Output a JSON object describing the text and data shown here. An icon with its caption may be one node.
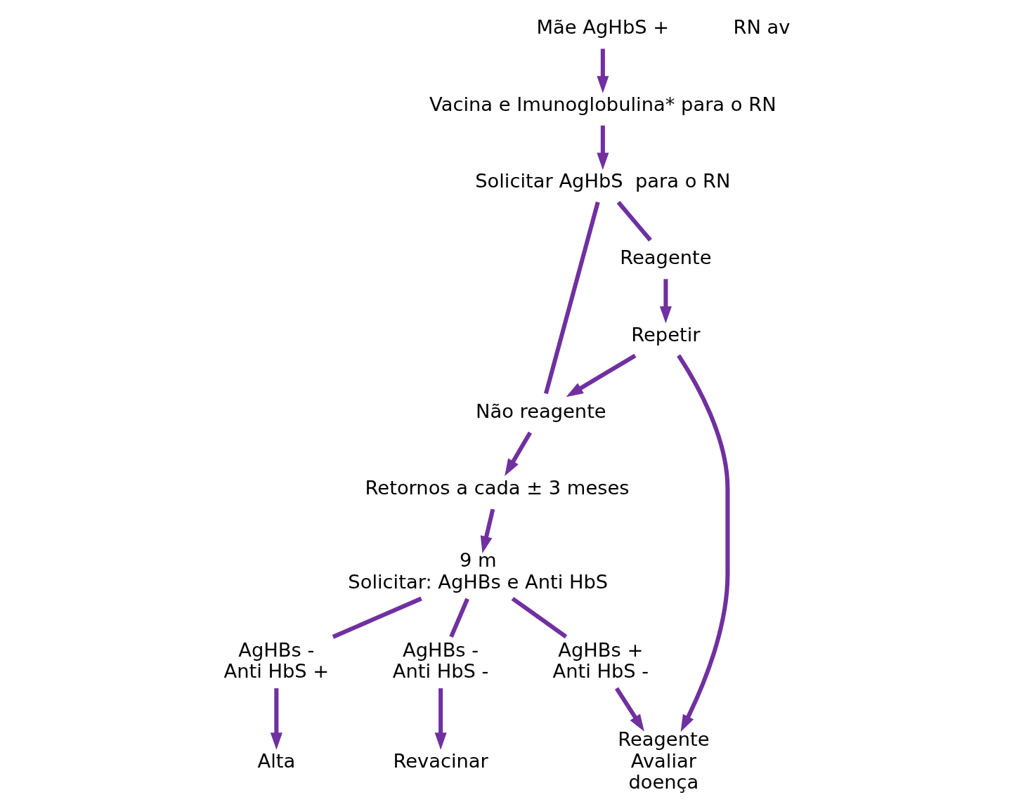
{
  "diagram": {
    "nodes": [
      {
        "text": [
          "Mãe AgHbS +"
        ]
      },
      {
        "text": [
          "Vacina e Imunoglobulina* para o RN"
        ]
      },
      {
        "text": [
          "Solicitar AgHbS  para o RN"
        ]
      },
      {
        "text": [
          "Não reagente"
        ]
      },
      {
        "text": [
          "Reagente"
        ]
      },
      {
        "text": [
          "Retornos a cada ± 3 meses"
        ]
      },
      {
        "text": [
          "Repetir"
        ]
      },
      {
        "text": [
          "Reagente Avaliar doença"
        ]
      },
      {
        "text": [
          "9 m Solicitar: AgHBs e Anti HbS"
        ]
      },
      {
        "text": [
          "AgHBs - Anti HbS +"
        ]
      },
      {
        "text": [
          "AgHBs - Anti HbS -"
        ]
      },
      {
        "text": [
          "AgHBs + Anti HbS -"
        ]
      },
      {
        "text": [
          "Alta"
        ]
      },
      {
        "text": [
          "Revacinar"
        ]
      }
    ],
    "edges": [
      {
        "from": 0,
        "to": 1,
        "arrow": "to"
      },
      {
        "from": 1,
        "to": 2,
        "arrow": "to"
      },
      {
        "from": 2,
        "to": 3,
        "arrow": "none"
      },
      {
        "from": 2,
        "to": 4,
        "arrow": "none"
      },
      {
        "from": 3,
        "to": 5,
        "arrow": "to"
      },
      {
        "from": 4,
        "to": 6,
        "arrow": "to"
      },
      {
        "from": 6,
        "to": 3,
        "arrow": "to"
      },
      {
        "from": 6,
        "to": 7,
        "arrow": "to"
      },
      {
        "from": 5,
        "to": 8,
        "arrow": "to"
      },
      {
        "from": 8,
        "to": 9,
        "arrow": "none"
      },
      {
        "from": 8,
        "to": 10,
        "arrow": "none"
      },
      {
        "from": 8,
        "to": 11,
        "arrow": "none"
      },
      {
        "from": 9,
        "to": 12,
        "arrow": "to"
      },
      {
        "from": 10,
        "to": 13,
        "arrow": "to"
      },
      {
        "from": 11,
        "to": 7,
        "arrow": "to"
      }
    ],
    "labels": [
      "RN av"
    ]
  }
}
